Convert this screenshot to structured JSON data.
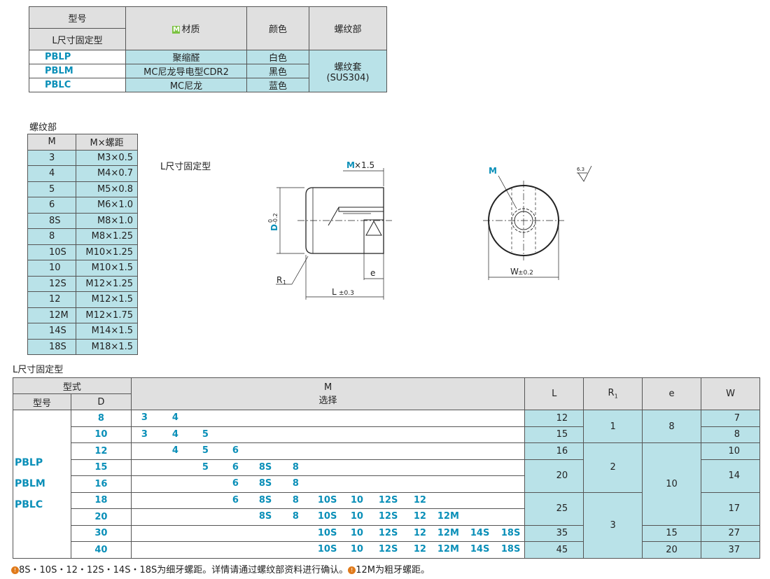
{
  "material_table": {
    "headers": {
      "model": "型号",
      "l_fixed": "L尺寸固定型",
      "material_badge": "M",
      "material": "材质",
      "color": "颜色",
      "thread": "螺纹部"
    },
    "rows": [
      {
        "code": "PBLP",
        "material": "聚缩醛",
        "color": "白色"
      },
      {
        "code": "PBLM",
        "material": "MC尼龙导电型CDR2",
        "color": "黑色"
      },
      {
        "code": "PBLC",
        "material": "MC尼龙",
        "color": "蓝色"
      }
    ],
    "thread_value": "螺纹套",
    "thread_value2": "(SUS304)"
  },
  "thread_table": {
    "title": "螺纹部",
    "headers": [
      "M",
      "M×螺距"
    ],
    "rows": [
      [
        "3",
        "M3×0.5"
      ],
      [
        "4",
        "M4×0.7"
      ],
      [
        "5",
        "M5×0.8"
      ],
      [
        "6",
        "M6×1.0"
      ],
      [
        "8S",
        "M8×1.0"
      ],
      [
        "8",
        "M8×1.25"
      ],
      [
        "10S",
        "M10×1.25"
      ],
      [
        "10",
        "M10×1.5"
      ],
      [
        "12S",
        "M12×1.25"
      ],
      [
        "12",
        "M12×1.5"
      ],
      [
        "12M",
        "M12×1.75"
      ],
      [
        "14S",
        "M14×1.5"
      ],
      [
        "18S",
        "M18×1.5"
      ]
    ]
  },
  "drawing": {
    "title": "L尺寸固定型",
    "thread_label_m": "M",
    "thread_label_pitch": "×1.5",
    "d_label": "D",
    "d_tol_upper": "0",
    "d_tol_lower": "-0.2",
    "r_label": "R",
    "r_sub": "1",
    "e_label": "e",
    "l_label": "L",
    "l_tol": "±0.3",
    "m_label": "M",
    "w_label": "W",
    "w_tol": "±0.2",
    "roughness": "6.3"
  },
  "main_table": {
    "title": "L尺寸固定型",
    "headers": {
      "type": "型式",
      "model": "型号",
      "d": "D",
      "m": "M",
      "m_sub": "选择",
      "l": "L",
      "r": "R",
      "r_sub": "1",
      "e": "e",
      "w": "W"
    },
    "type_codes": [
      "PBLP",
      "PBLM",
      "PBLC"
    ],
    "rows": [
      {
        "d": "8",
        "m": [
          "3",
          "4",
          "",
          "",
          "",
          "",
          "",
          "",
          "",
          "",
          "",
          "",
          ""
        ]
      },
      {
        "d": "10",
        "m": [
          "3",
          "4",
          "5",
          "",
          "",
          "",
          "",
          "",
          "",
          "",
          "",
          "",
          ""
        ]
      },
      {
        "d": "12",
        "m": [
          "",
          "4",
          "5",
          "6",
          "",
          "",
          "",
          "",
          "",
          "",
          "",
          "",
          ""
        ]
      },
      {
        "d": "15",
        "m": [
          "",
          "",
          "5",
          "6",
          "8S",
          "8",
          "",
          "",
          "",
          "",
          "",
          "",
          ""
        ]
      },
      {
        "d": "16",
        "m": [
          "",
          "",
          "",
          "6",
          "8S",
          "8",
          "",
          "",
          "",
          "",
          "",
          "",
          ""
        ]
      },
      {
        "d": "18",
        "m": [
          "",
          "",
          "",
          "6",
          "8S",
          "8",
          "10S",
          "10",
          "12S",
          "12",
          "",
          "",
          ""
        ]
      },
      {
        "d": "20",
        "m": [
          "",
          "",
          "",
          "",
          "8S",
          "8",
          "10S",
          "10",
          "12S",
          "12",
          "12M",
          "",
          ""
        ]
      },
      {
        "d": "30",
        "m": [
          "",
          "",
          "",
          "",
          "",
          "",
          "10S",
          "10",
          "12S",
          "12",
          "12M",
          "14S",
          "18S"
        ]
      },
      {
        "d": "40",
        "m": [
          "",
          "",
          "",
          "",
          "",
          "",
          "10S",
          "10",
          "12S",
          "12",
          "12M",
          "14S",
          "18S"
        ]
      }
    ],
    "L": [
      "12",
      "15",
      "16",
      "20",
      "25",
      "35",
      "45"
    ],
    "R": [
      "1",
      "2",
      "3"
    ],
    "e": [
      "8",
      "10",
      "15",
      "20"
    ],
    "W": [
      "7",
      "8",
      "10",
      "14",
      "17",
      "27",
      "37"
    ]
  },
  "footnote": {
    "mark": "!",
    "text1": "8S・10S・12・12S・14S・18S为细牙螺距。详情请通过螺纹部资料进行确认。",
    "text2": "12M为粗牙螺距。"
  }
}
